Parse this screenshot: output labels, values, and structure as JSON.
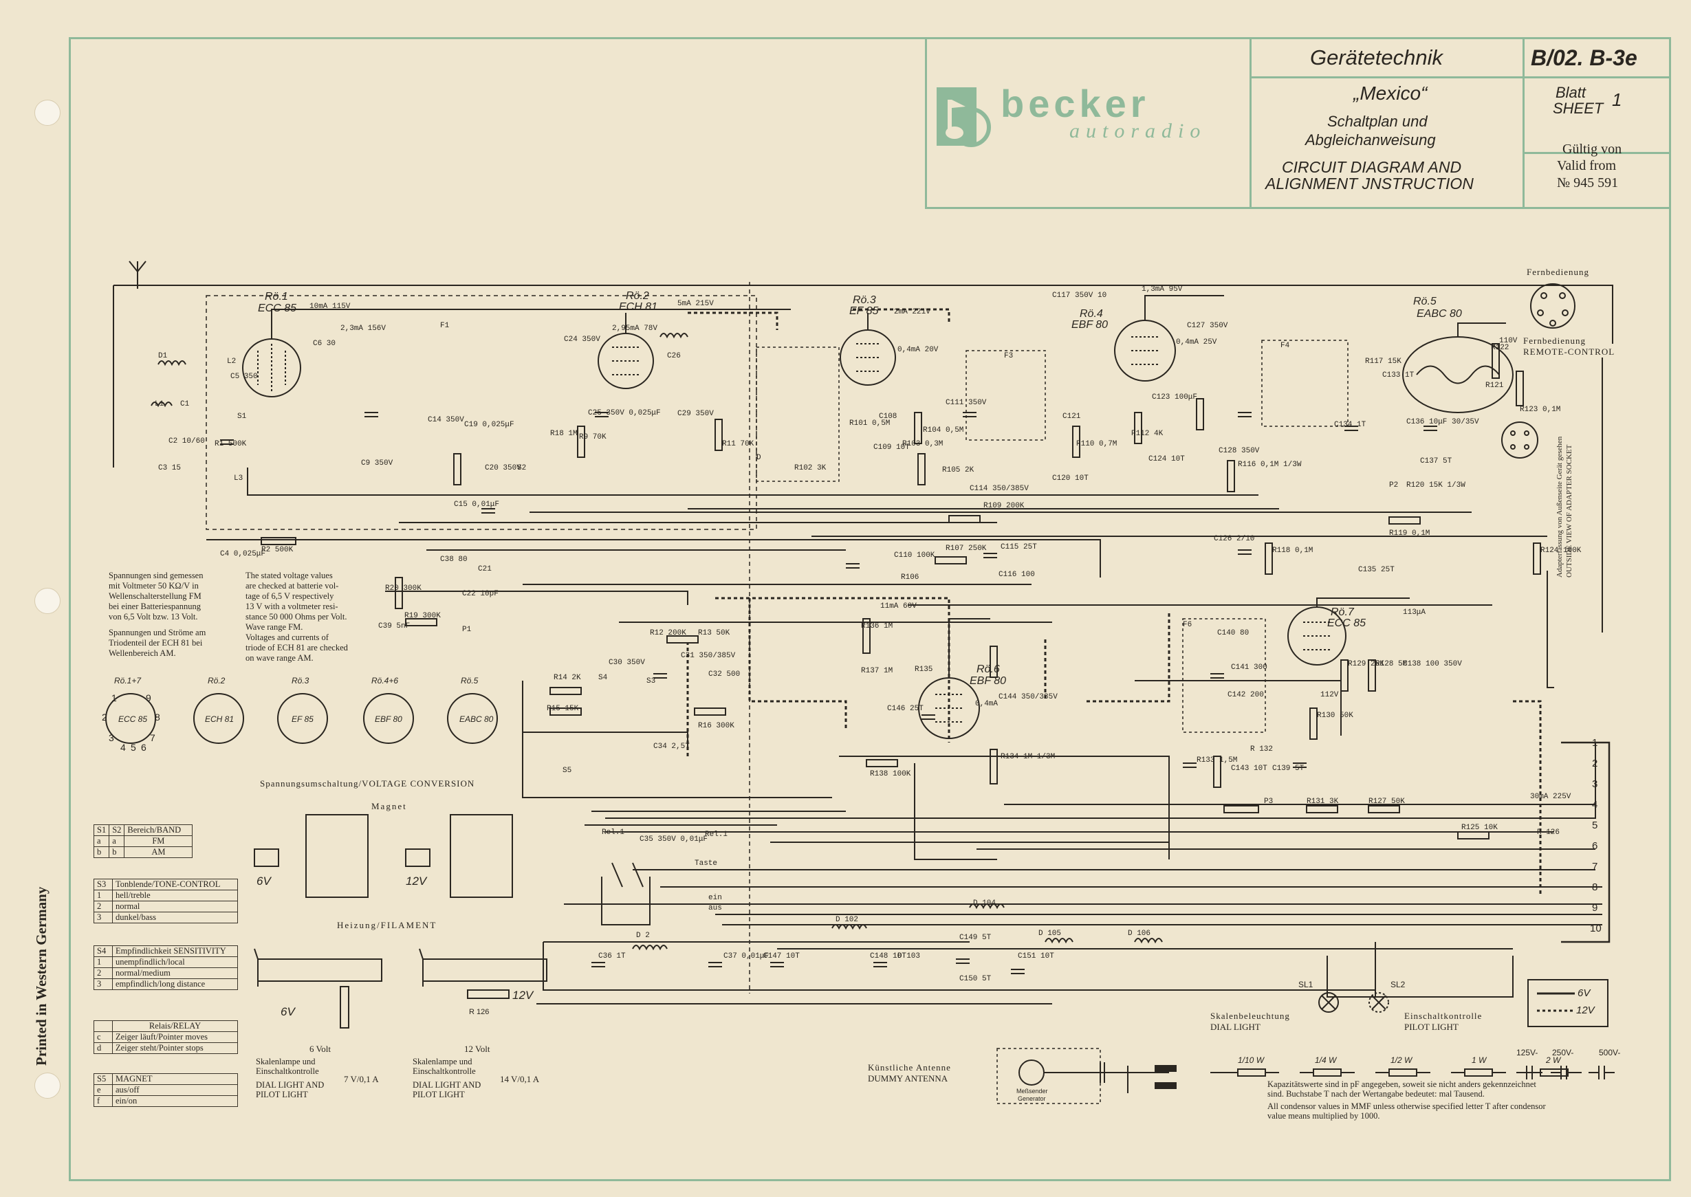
{
  "header": {
    "brand": "becker",
    "brand_sub": "autoradio",
    "department": "Gerätetechnik",
    "doc_number": "B/02. B-3e",
    "model": "„Mexico“",
    "title_de_1": "Schaltplan und",
    "title_de_2": "Abgleichanweisung",
    "title_en_1": "CIRCUIT DIAGRAM AND",
    "title_en_2": "ALIGNMENT JNSTRUCTION",
    "sheet_de": "Blatt",
    "sheet_en": "SHEET",
    "sheet_no": "1",
    "valid_de": "Gültig von",
    "valid_en": "Valid from",
    "valid_no": "№ 945 591"
  },
  "side_text": "Printed in Western Germany",
  "tubes": [
    {
      "ref": "Rö.1",
      "type": "ECC 85"
    },
    {
      "ref": "Rö.2",
      "type": "ECH 81"
    },
    {
      "ref": "Rö.3",
      "type": "EF 85"
    },
    {
      "ref": "Rö.4",
      "type": "EBF 80"
    },
    {
      "ref": "Rö.5",
      "type": "EABC 80"
    },
    {
      "ref": "Rö.6",
      "type": "EBF 80"
    },
    {
      "ref": "Rö.7",
      "type": "ECC 85"
    }
  ],
  "sockets": [
    {
      "ref": "Rö.1+7",
      "type": "ECC 85"
    },
    {
      "ref": "Rö.2",
      "type": "ECH 81"
    },
    {
      "ref": "Rö.3",
      "type": "EF 85"
    },
    {
      "ref": "Rö.4+6",
      "type": "EBF 80"
    },
    {
      "ref": "Rö.5",
      "type": "EABC 80"
    }
  ],
  "notes": {
    "de": [
      "Spannungen sind gemessen",
      "mit Voltmeter 50 KΩ/V in",
      "Wellenschalterstellung FM",
      "bei einer Batteriespannung",
      "von 6,5 Volt bzw. 13 Volt.",
      "",
      "Spannungen und Ströme am",
      "Triodenteil der ECH 81 bei",
      "Wellenbereich AM."
    ],
    "en": [
      "The stated voltage values",
      "are checked at batterie vol-",
      "tage of 6,5 V respectively",
      "13 V with a voltmeter resi-",
      "stance 50 000 Ohms per Volt.",
      "Wave range FM.",
      "Voltages and currents of",
      "triode of ECH 81 are checked",
      "on wave range AM."
    ]
  },
  "voltage_conversion": {
    "title": "Spannungsumschaltung/VOLTAGE CONVERSION",
    "magnet": "Magnet",
    "heating": "Heizung/FILAMENT",
    "v6": "6V",
    "v12": "12V",
    "r126": "R 126",
    "col6_title": "6 Volt",
    "col12_title": "12 Volt",
    "lamp_6": [
      "Skalenlampe und",
      "Einschaltkontrolle",
      "DIAL LIGHT AND",
      "PILOT LIGHT"
    ],
    "lamp_6_val": "7 V/0,1 A",
    "lamp_12": [
      "Skalenlampe und",
      "Einschaltkontrolle",
      "DIAL LIGHT AND",
      "PILOT LIGHT"
    ],
    "lamp_12_val": "14 V/0,1 A"
  },
  "switch_tables": [
    {
      "rows": [
        [
          "S1",
          "S2",
          "Bereich/BAND"
        ],
        [
          "a",
          "a",
          "FM"
        ],
        [
          "b",
          "b",
          "AM"
        ]
      ]
    },
    {
      "rows": [
        [
          "S3",
          "Tonblende/TONE-CONTROL"
        ],
        [
          "1",
          "hell/treble"
        ],
        [
          "2",
          "normal"
        ],
        [
          "3",
          "dunkel/bass"
        ]
      ]
    },
    {
      "rows": [
        [
          "S4",
          "Empfindlichkeit SENSITIVITY"
        ],
        [
          "1",
          "unempfindlich/local"
        ],
        [
          "2",
          "normal/medium"
        ],
        [
          "3",
          "empfindlich/long distance"
        ]
      ]
    },
    {
      "rows": [
        [
          "",
          "Relais/RELAY"
        ],
        [
          "c",
          "Zeiger läuft/Pointer moves"
        ],
        [
          "d",
          "Zeiger steht/Pointer stops"
        ]
      ]
    },
    {
      "rows": [
        [
          "S5",
          "MAGNET"
        ],
        [
          "e",
          "aus/off"
        ],
        [
          "f",
          "ein/on"
        ]
      ]
    }
  ],
  "remote": {
    "de": "Fernbedienung",
    "de2": "Fernbedienung",
    "en": "REMOTE-CONTROL",
    "adapter_de": "Adapterfassung von Außenseite Gerät gesehen",
    "adapter_en": "OUTSIDE VIEW OF ADAPTER SOCKET"
  },
  "lamps": {
    "sl1": "SL1",
    "sl2": "SL2",
    "dial_de": "Skalenbeleuchtung",
    "dial_en": "DIAL LIGHT",
    "pilot_de": "Einschaltkontrolle",
    "pilot_en": "PILOT LIGHT",
    "v6": "6V",
    "v12": "12V"
  },
  "dummy_antenna": {
    "de": "Künstliche Antenne",
    "en": "DUMMY ANTENNA",
    "gen_de": "Meßsender",
    "gen_de2": "Generator"
  },
  "resistor_legend": [
    "1/10 W",
    "1/4 W",
    "1/2 W",
    "1 W",
    "2 W"
  ],
  "cap_legend": [
    "125V-",
    "250V-",
    "500V-"
  ],
  "cap_note": {
    "de1": "Kapazitätswerte sind in pF angegeben, soweit sie nicht anders gekennzeichnet",
    "de2": "sind. Buchstabe T nach der Wertangabe bedeutet: mal Tausend.",
    "en1": "All condensor values in MMF unless otherwise specified letter T after condensor",
    "en2": "value means multiplied by 1000."
  },
  "terminal_labels": [
    "1",
    "2",
    "3",
    "4",
    "5",
    "6",
    "7",
    "8",
    "9",
    "10"
  ],
  "labels": {
    "f1": "F1",
    "f3": "F3",
    "f4": "F4",
    "f6": "F6",
    "r1": "R1 500K",
    "r2": "R2 500K",
    "c4": "C4 0,025μF",
    "l3": "L3",
    "l1": "L1",
    "l2": "L2",
    "d1": "D1",
    "c1": "C1",
    "c2": "C2 10/60",
    "c3": "C3 15",
    "c5": "C5 350",
    "c6": "C6 30",
    "c9": "C9 350V",
    "c14": "C14 350V",
    "c19": "C19 0,025μF",
    "c20": "C20 350V",
    "c15": "C15 0,01μF",
    "c24": "C24 350V",
    "c25": "C25 350V 0,025μF",
    "c26": "C26",
    "c29": "C29 350V",
    "r18": "R18 1M",
    "r9": "R9 70K",
    "r11": "R11 70K",
    "ro1_i": "10mA  115V",
    "ro1_i2": "2,3mA  156V",
    "ro2_i": "2,95mA  78V",
    "ro2_i2": "5mA  215V",
    "ro3_i": "2mA  221V",
    "ro3_i2": "0,4mA  20V",
    "ro4_i": "1,3mA  95V",
    "ro4_i2": "0,4mA  25V",
    "ro5_v": "110V",
    "ro6_i": "11mA  60V",
    "ro6_i2": "0,4mA",
    "ro7_i": "113μA",
    "v112": "112V",
    "v225": "30mA  225V",
    "c117": "C117 350V 10",
    "c127": "C127 350V",
    "c128": "C128 350V",
    "c114": "C114 350/385V",
    "r109": "R109 200K",
    "r107": "R107 250K",
    "c110": "C110 100K",
    "r106": "R106",
    "r105": "R105 2K",
    "c115": "C115 25T",
    "c116": "C116 100",
    "r136": "R136 1M",
    "r137": "R137 1M",
    "r135": "R135",
    "c146": "C146 25T",
    "r138": "R138 100K",
    "c144": "C144 350/385V",
    "r134": "R134 1M 1/3M",
    "c38": "C38 80",
    "c21": "C21",
    "c22": "C22 10pF",
    "r20": "R20 300K",
    "r19": "R19 300K",
    "c39": "C39 5nF",
    "p1": "P1",
    "r12": "R12 200K",
    "r13": "R13 50K",
    "c30": "C30 350V",
    "c31": "C31 350/385V",
    "c32": "C32 500",
    "r16": "R16 300K",
    "c34": "C34 2,5T",
    "r14": "R14 2K",
    "r15": "R15 15K",
    "s1": "S1",
    "s2": "S2",
    "s3": "S3",
    "s4": "S4",
    "s5": "S5",
    "rel1": "Rel.1",
    "rel1b": "Rel.1",
    "c35": "C35 350V 0,01μF",
    "taste": "Taste",
    "ein": "ein",
    "aus": "aus",
    "d2": "D 2",
    "d102": "D 102",
    "d103": "D 103",
    "d104": "D 104",
    "d105": "D 105",
    "d106": "D 106",
    "c36": "C36 1T",
    "c37": "C37 0,01μF",
    "c147": "C147 10T",
    "c148": "C148 10T",
    "c149": "C149 5T",
    "c150": "C150 5T",
    "c151": "C151 10T",
    "r133": "R133 1,5M",
    "c143": "C143 10T",
    "c139": "C139 5T",
    "r132": "R 132",
    "p3": "P3",
    "r131": "R131 3K",
    "r127": "R127 50K",
    "r125": "R125 10K",
    "r126v": "R 126",
    "c140": "C140 80",
    "c141": "C141 300",
    "c142": "C142 200",
    "r129": "R129 25K",
    "r128": "R128 5M",
    "c138": "C138 100 350V",
    "r130": "R130 50K",
    "c126": "C126 2/10",
    "r118": "R118 0,1M",
    "c135": "C135 25T",
    "r119": "R119 0,1M",
    "r120": "R120 15K 1/3W",
    "p2": "P2",
    "c137": "C137 5T",
    "c136": "C136 10μF 30/35V",
    "r124": "R124 100K",
    "c134": "C134 1T",
    "r116": "R116 0,1M 1/3W",
    "r117": "R117 15K",
    "r121": "R121",
    "r122": "R122",
    "r123": "R123 0,1M",
    "c133": "C133 1T",
    "c123": "C123 100μF",
    "c124": "C124 10T",
    "p112": "P112 4K",
    "r110": "R110 0,7M",
    "c120": "C120 10T",
    "c121": "C121",
    "r104": "R104 0,5M",
    "r101": "R101 0,5M",
    "c108": "C108",
    "c109": "C109 10T",
    "r103": "R103 0,3M",
    "c111": "C111 350V",
    "d": "D",
    "r102": "R102 3K"
  }
}
